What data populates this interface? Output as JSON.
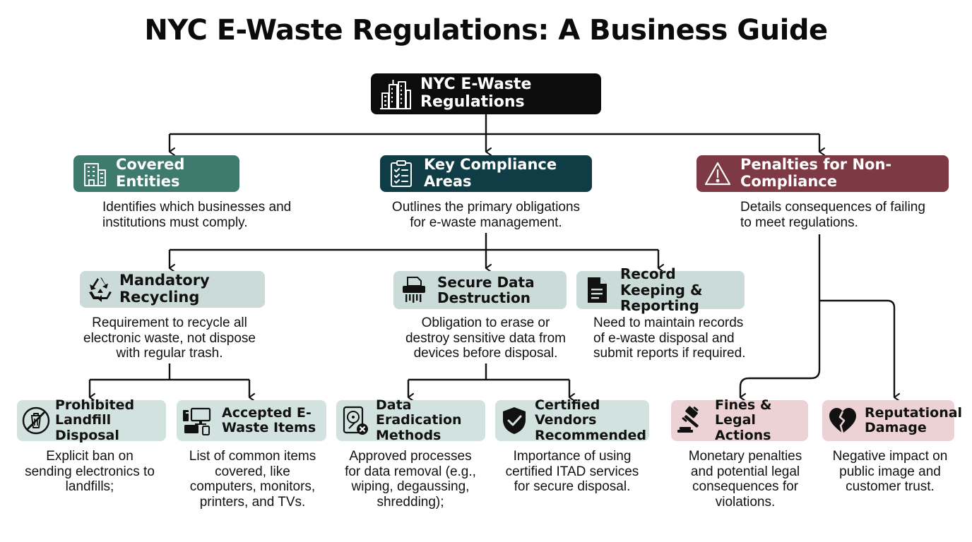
{
  "title": "NYC E-Waste Regulations: A Business Guide",
  "colors": {
    "root": "#0c0c0c",
    "entities": "#3e7a6e",
    "compliance": "#103c45",
    "penalties": "#7d3a44",
    "compliance_child": "#cbdbd8",
    "compliance_grandchild": "#d2e3df",
    "penalty_child": "#ecd2d4",
    "connector": "#111111"
  },
  "root": {
    "label": "NYC E-Waste Regulations",
    "icon": "city-buildings-icon"
  },
  "branches": {
    "covered_entities": {
      "label": "Covered Entities",
      "icon": "office-building-icon",
      "description": [
        "Identifies which businesses and",
        "institutions must comply."
      ]
    },
    "key_compliance": {
      "label": "Key Compliance Areas",
      "icon": "clipboard-checklist-icon",
      "description": [
        "Outlines the primary obligations",
        "for e-waste management."
      ]
    },
    "penalties": {
      "label": "Penalties for Non-Compliance",
      "icon": "warning-triangle-icon",
      "description": [
        "Details consequences of failing",
        "to meet regulations."
      ]
    }
  },
  "compliance_areas": {
    "mandatory_recycling": {
      "label": "Mandatory Recycling",
      "icon": "recycle-icon",
      "description": [
        "Requirement to recycle all",
        "electronic waste, not dispose",
        "with regular trash."
      ]
    },
    "secure_data": {
      "label": [
        "Secure Data",
        "Destruction"
      ],
      "icon": "shredder-icon",
      "description": [
        "Obligation to erase or",
        "destroy sensitive data from",
        "devices before disposal."
      ]
    },
    "record_keeping": {
      "label": [
        "Record Keeping &",
        "Reporting"
      ],
      "icon": "document-icon",
      "description": [
        "Need to maintain records",
        "of e-waste disposal and",
        "submit reports if required."
      ]
    }
  },
  "details": {
    "prohibited_landfill": {
      "label": [
        "Prohibited",
        "Landfill Disposal"
      ],
      "icon": "no-trash-icon",
      "description": [
        "Explicit ban on",
        "sending electronics to",
        "landfills;"
      ]
    },
    "accepted_items": {
      "label": [
        "Accepted E-",
        "Waste Items"
      ],
      "icon": "electronics-devices-icon",
      "description": [
        "List of common items",
        "covered, like",
        "computers, monitors,",
        "printers, and TVs."
      ]
    },
    "data_eradication": {
      "label": [
        "Data Eradication",
        "Methods"
      ],
      "icon": "hard-drive-erase-icon",
      "description": [
        "Approved processes",
        "for data removal (e.g.,",
        "wiping, degaussing,",
        "shredding);"
      ]
    },
    "certified_vendors": {
      "label": [
        "Certified Vendors",
        "Recommended"
      ],
      "icon": "shield-check-icon",
      "description": [
        "Importance of using",
        "certified ITAD services",
        "for secure disposal."
      ]
    },
    "fines_legal": {
      "label": [
        "Fines & Legal",
        "Actions"
      ],
      "icon": "gavel-icon",
      "description": [
        "Monetary penalties",
        "and potential legal",
        "consequences for",
        "violations."
      ]
    },
    "reputational": {
      "label": [
        "Reputational",
        "Damage"
      ],
      "icon": "broken-heart-icon",
      "description": [
        "Negative impact on",
        "public image and",
        "customer trust."
      ]
    }
  }
}
